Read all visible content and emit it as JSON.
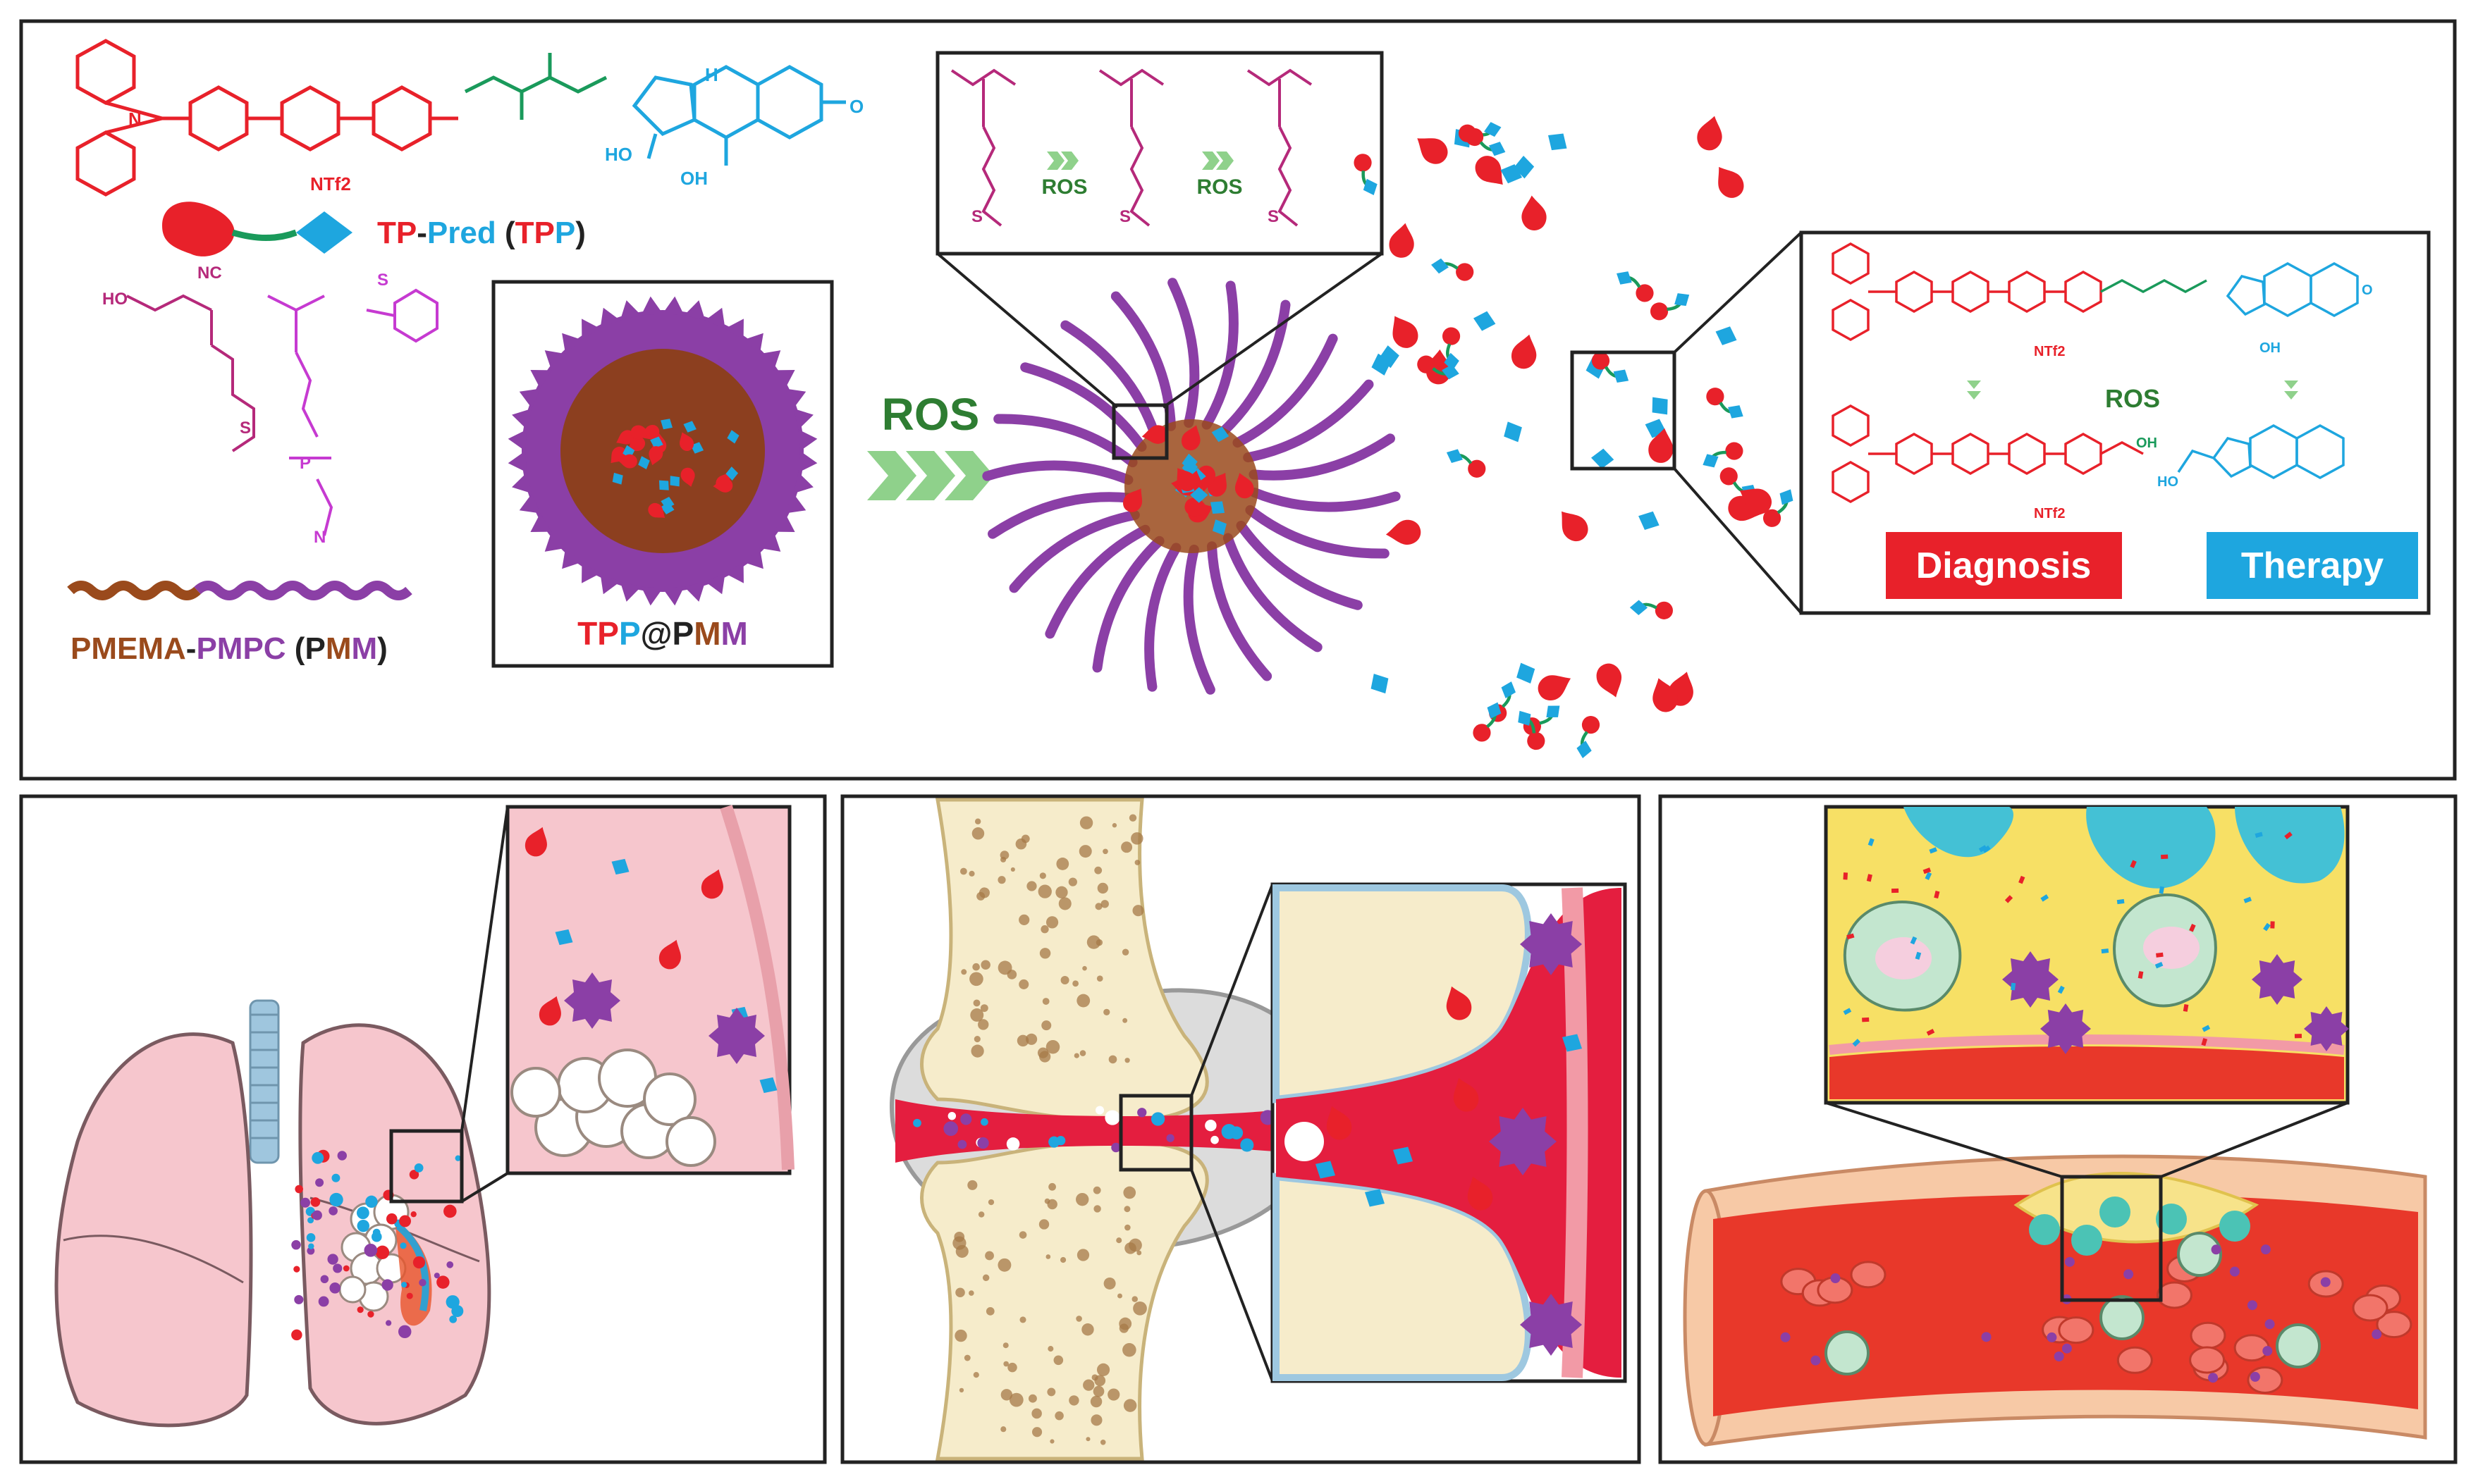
{
  "top_panel": {
    "tpp_label": {
      "tp": "TP",
      "dash": "-",
      "pred": "Pred",
      "open": " (",
      "t": "T",
      "p1": "P",
      "p2": "P",
      "close": ")"
    },
    "pmm_label": {
      "pmema": "PMEMA",
      "dash": "-",
      "pmpc": "PMPC",
      "open": " (",
      "p": "P",
      "m1": "M",
      "m2": "M",
      "close": ")"
    },
    "nanoparticle_label": {
      "t": "T",
      "p1": "P",
      "p2": "P",
      "at": "@",
      "p": "P",
      "m1": "M",
      "m2": "M"
    },
    "ros_arrow_label": "ROS",
    "oxidation_step_label": "ROS",
    "release_step_label": "ROS",
    "diagnosis": "Diagnosis",
    "therapy": "Therapy",
    "chem": {
      "ntf2": "NTf2",
      "oh": "OH",
      "ho": "HO",
      "o": "O",
      "s": "S",
      "n": "N",
      "h": "H",
      "nc": "NC",
      "p": "P"
    }
  },
  "colors": {
    "red": "#e8212a",
    "cyan": "#1ea6df",
    "green": "#1a9a5b",
    "purple": "#8b3fa6",
    "magenta": "#c63ad1",
    "brown": "#9a4a1c",
    "ros_green": "#2e7d32",
    "ros_arrow_light": "#8fd18b"
  },
  "icons": [
    "lung-icon",
    "knee-joint-icon",
    "blood-vessel-icon",
    "micelle-icon",
    "nanoparticle-icon"
  ]
}
